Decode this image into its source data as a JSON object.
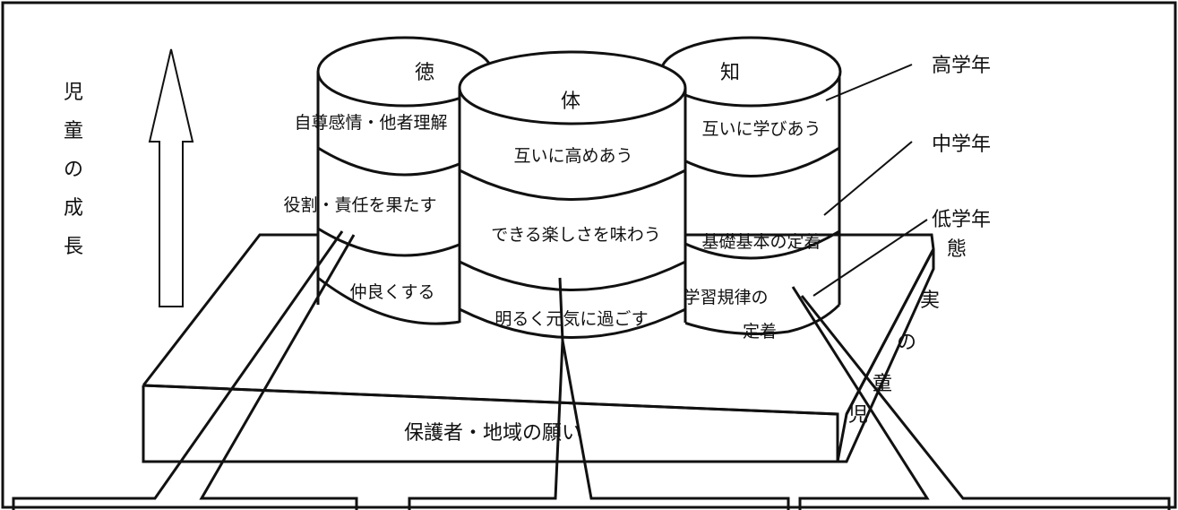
{
  "growth_label": [
    "児",
    "童",
    "の",
    "成",
    "長"
  ],
  "pillars": {
    "toku": {
      "title": "徳",
      "levels": [
        "自尊感情・他者理解",
        "役割・責任を果たす",
        "仲良くする"
      ]
    },
    "tai": {
      "title": "体",
      "levels": [
        "互いに高めあう",
        "できる楽しさを味わう",
        "明るく元気に過ごす"
      ]
    },
    "chi": {
      "title": "知",
      "levels": [
        "互いに学びあう",
        "基礎基本の定着",
        "学習規律の",
        "定着"
      ]
    }
  },
  "grades": [
    "高学年",
    "中学年",
    "低学年"
  ],
  "base_front": "保護者・地域の願い",
  "base_side": [
    "児",
    "童",
    "の",
    "実",
    "態"
  ]
}
